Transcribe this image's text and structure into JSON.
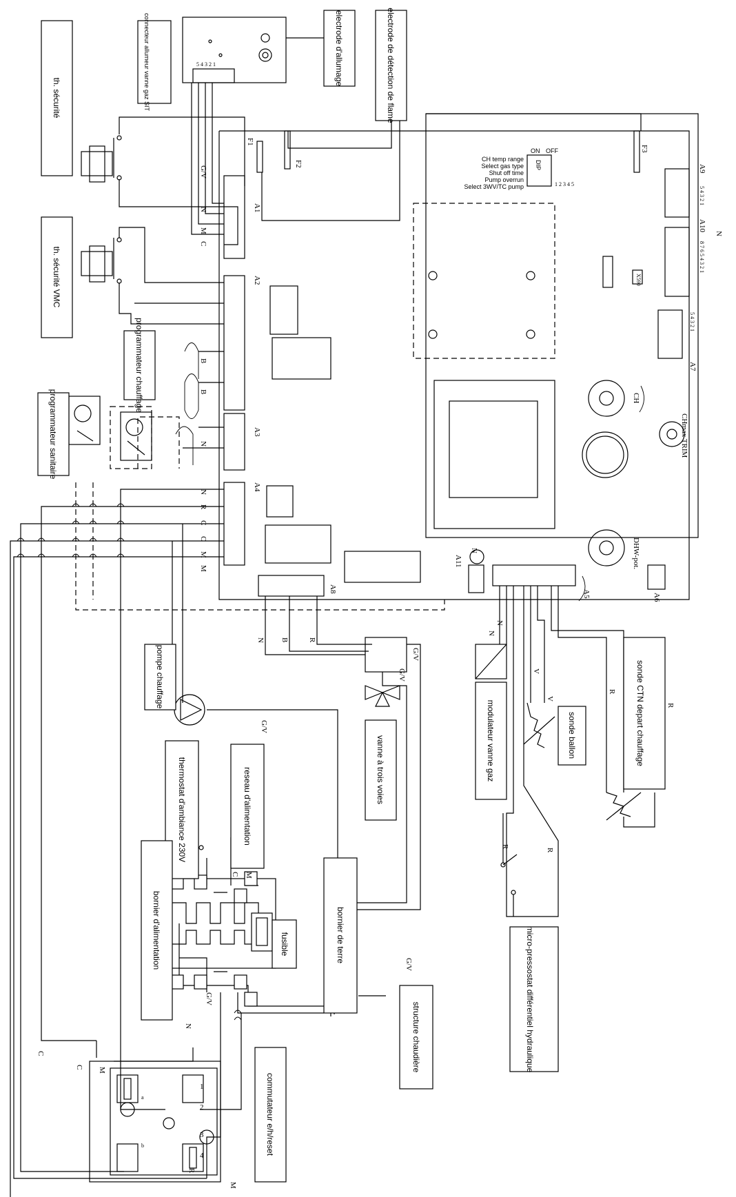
{
  "labels": {
    "th_securite": "th. sécurité",
    "th_securite_vmc": "th. sécurité VMC",
    "connecteur": "connecteur allumeur vanne gaz SIT",
    "electrode_allumage": "electrode d'allumage",
    "electrode_detection": "electrode de détection de flame",
    "programmateur_sanitaire": "programmateur sanitaire",
    "programmateur_chauffage": "programmateur chauffage",
    "pompe_chauffage": "pompe chauffage",
    "thermostat_ambiance": "thermostat d'ambiance 230V",
    "reseau_alimentation": "reseau d'alimentation",
    "bornier_alimentation": "bornier d'alimentation",
    "fusible": "fusible",
    "bornier_terre": "bornier de terre",
    "structure_chaudiere": "structure chaudière",
    "commutateur": "commutateur e/h/reset",
    "vanne_trois_voies": "vanne à trois voies",
    "modulateur_vanne_gaz": "modulateur vanne gaz",
    "sonde_ballon": "sonde ballon",
    "sonde_ctn": "sonde CTN depart chauffage",
    "micro_pressostat": "micro-pressostat différentiel hydraulique"
  },
  "dip": {
    "options": [
      "CH temp range",
      "Select gas type",
      "Shut off time",
      "Pump overrun",
      "Select 3WV/TC pump"
    ],
    "on": "ON",
    "dip": "DIP",
    "off": "OFF",
    "numbers": "1 2 3 4 5"
  },
  "board": {
    "connectors": [
      "A1",
      "A2",
      "A3",
      "A4",
      "A5",
      "A6",
      "A7",
      "A8",
      "A9",
      "A10",
      "A11"
    ],
    "fuses": [
      "F1",
      "F2",
      "F3"
    ],
    "pots": [
      "CH",
      "CHmax TRIM",
      "DHW-pot."
    ],
    "jumper": "X590",
    "a9_pins": "5 4 3 2 1",
    "a10_pins": "8 7 6 5 4 3 2 1",
    "a7_pins": "5 4 3 2 1"
  },
  "wires": {
    "N": "N",
    "M": "M",
    "C": "C",
    "R": "R",
    "B": "B",
    "V": "V",
    "GV": "G/V"
  },
  "switch": {
    "a": "a",
    "b": "b",
    "p1": "1",
    "p2": "2",
    "p3": "3",
    "p4": "4"
  }
}
